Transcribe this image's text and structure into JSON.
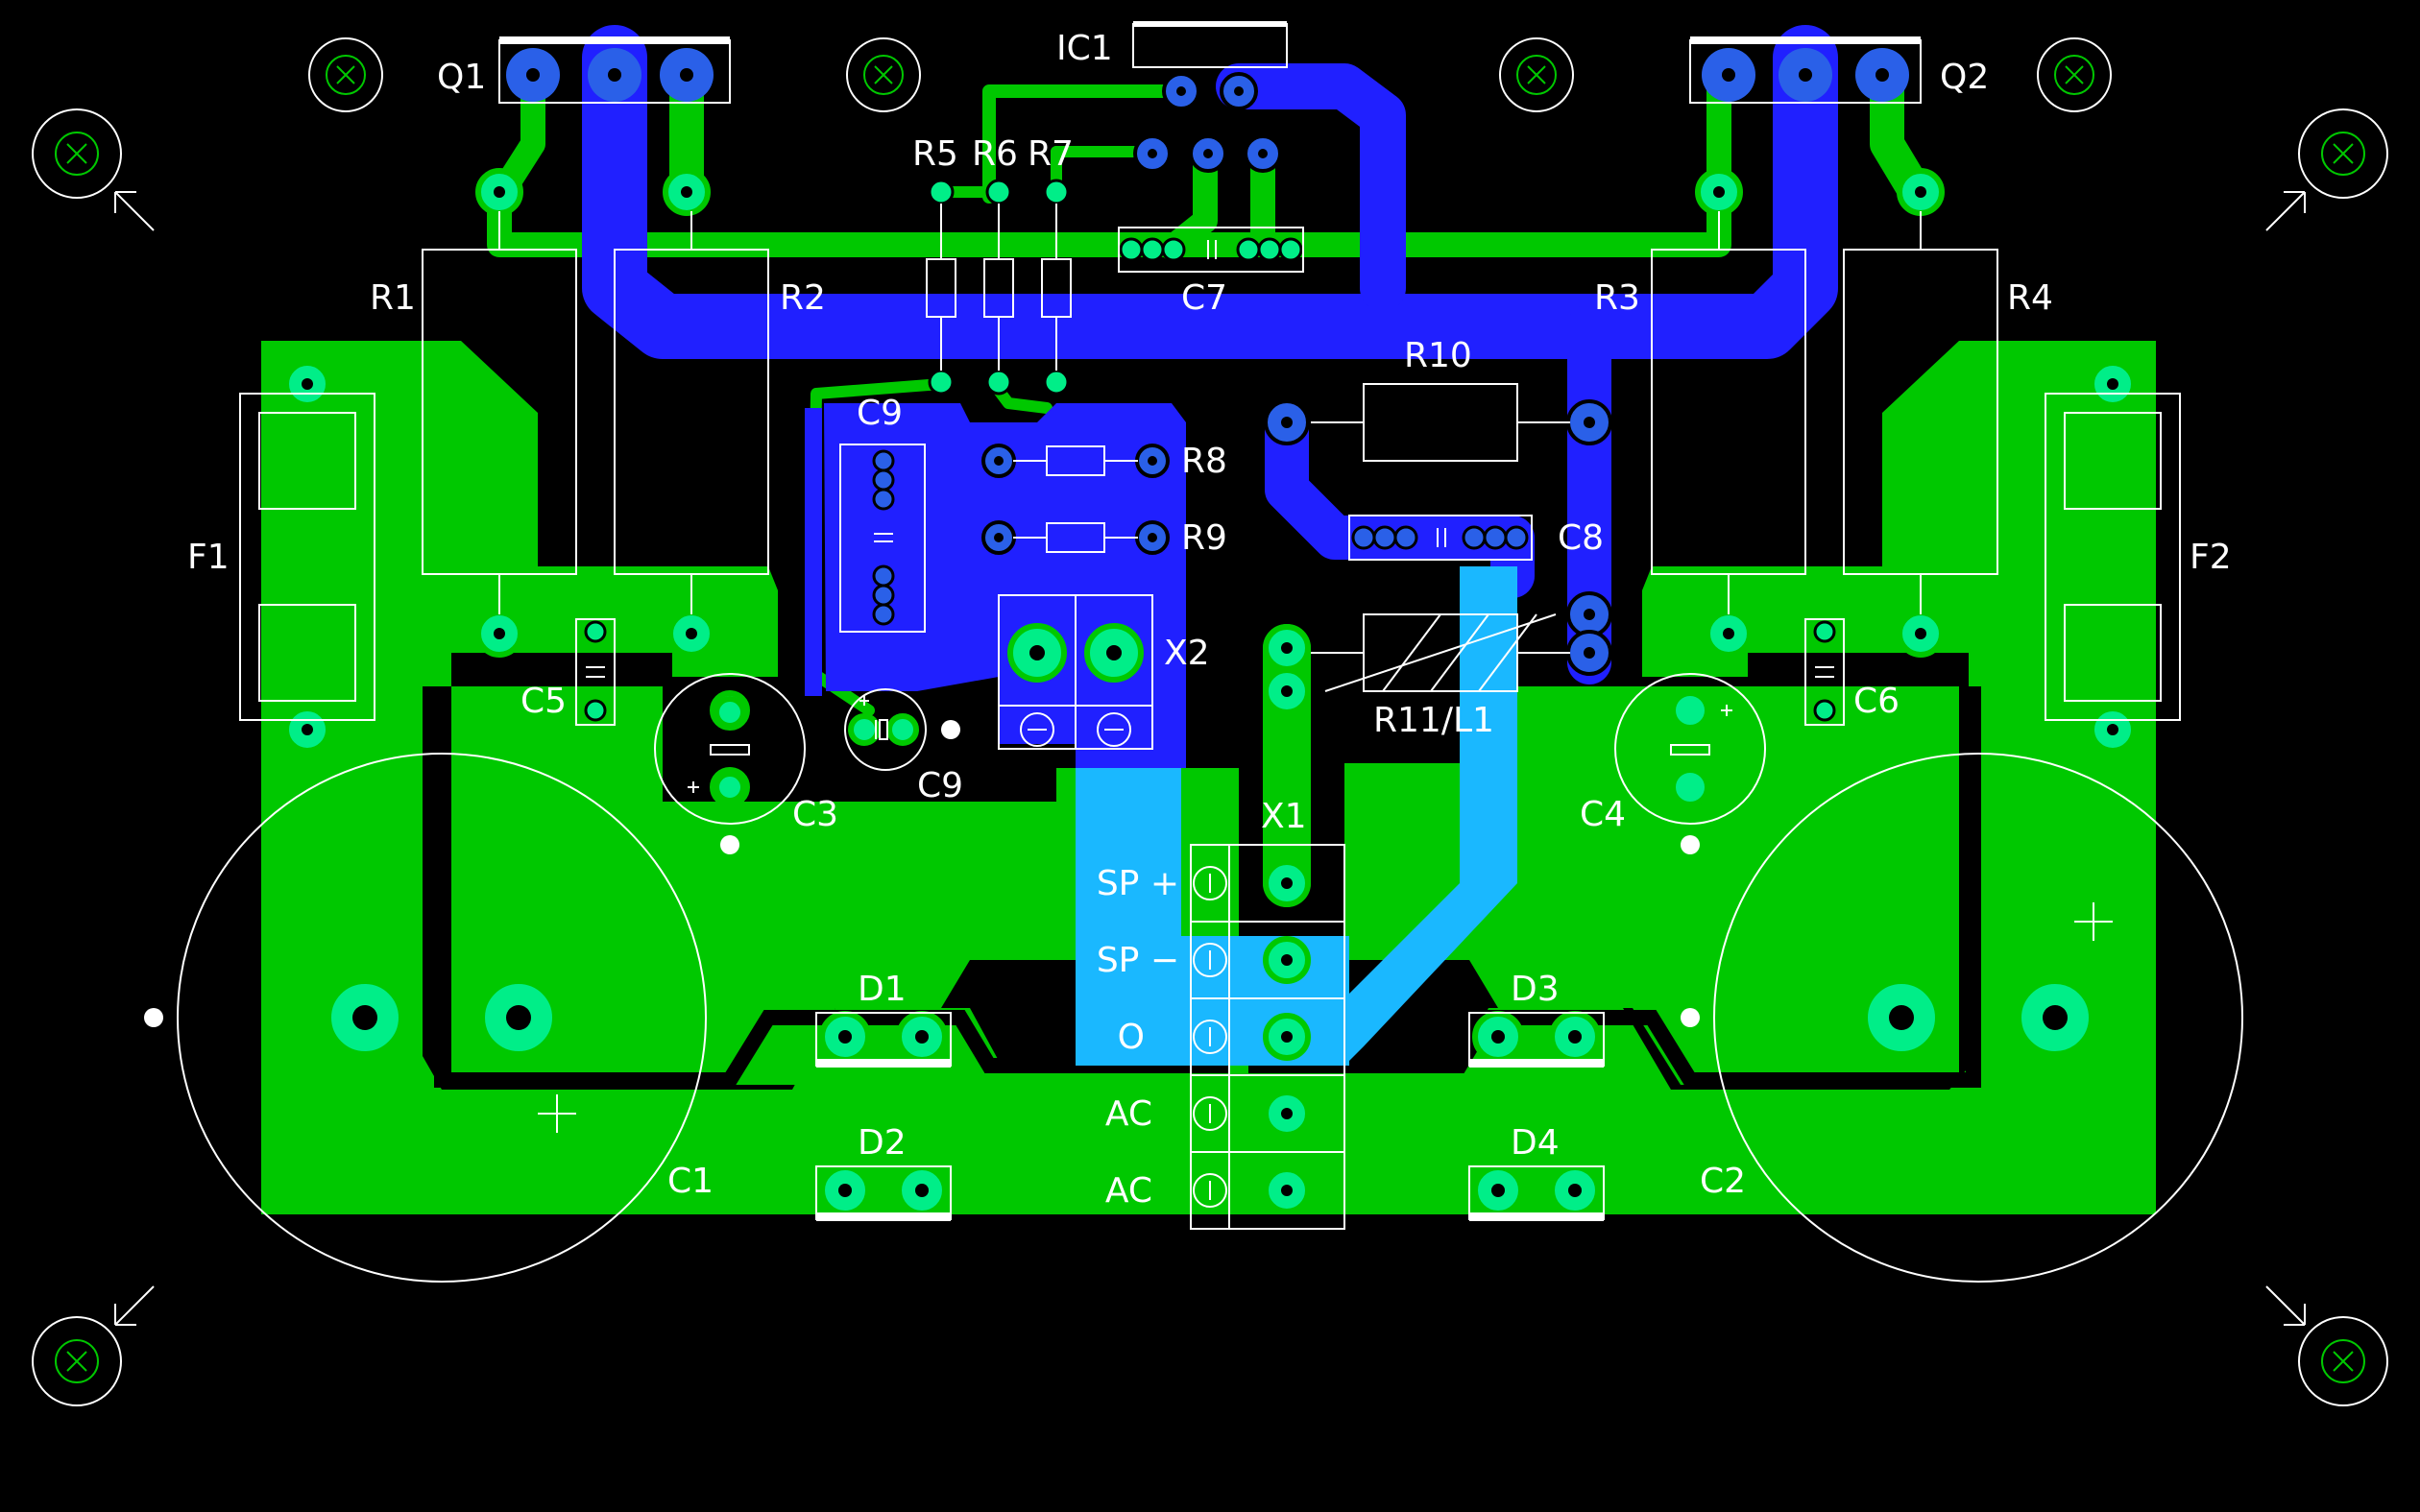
{
  "colors": {
    "background": "#000000",
    "bottom_copper": "#00c800",
    "top_copper": "#2020ff",
    "overlap_copper": "#1ab8ff",
    "pad": "#00ee88",
    "silkscreen": "#ffffff",
    "outer_top_trace": "#2a60e8"
  },
  "labels": {
    "q1": "Q1",
    "q2": "Q2",
    "ic1": "IC1",
    "r1": "R1",
    "r2": "R2",
    "r3": "R3",
    "r4": "R4",
    "r5": "R5",
    "r6": "R6",
    "r7": "R7",
    "r8": "R8",
    "r9": "R9",
    "r10": "R10",
    "r11l1": "R11/L1",
    "c1": "C1",
    "c2": "C2",
    "c3": "C3",
    "c4": "C4",
    "c5": "C5",
    "c6": "C6",
    "c7": "C7",
    "c8": "C8",
    "c9a": "C9",
    "c9b": "C9",
    "f1": "F1",
    "f2": "F2",
    "x1": "X1",
    "x2": "X2",
    "d1": "D1",
    "d2": "D2",
    "d3": "D3",
    "d4": "D4"
  },
  "connector_x1": {
    "pins": [
      "SP +",
      "SP −",
      "O",
      "AC",
      "AC"
    ]
  },
  "icons": {
    "mount_hole": "mount-hole-cross-icon",
    "corner_arrow": "corner-arrow-icon",
    "polarity_plus": "plus-icon",
    "screw_terminal": "screw-terminal-icon"
  }
}
